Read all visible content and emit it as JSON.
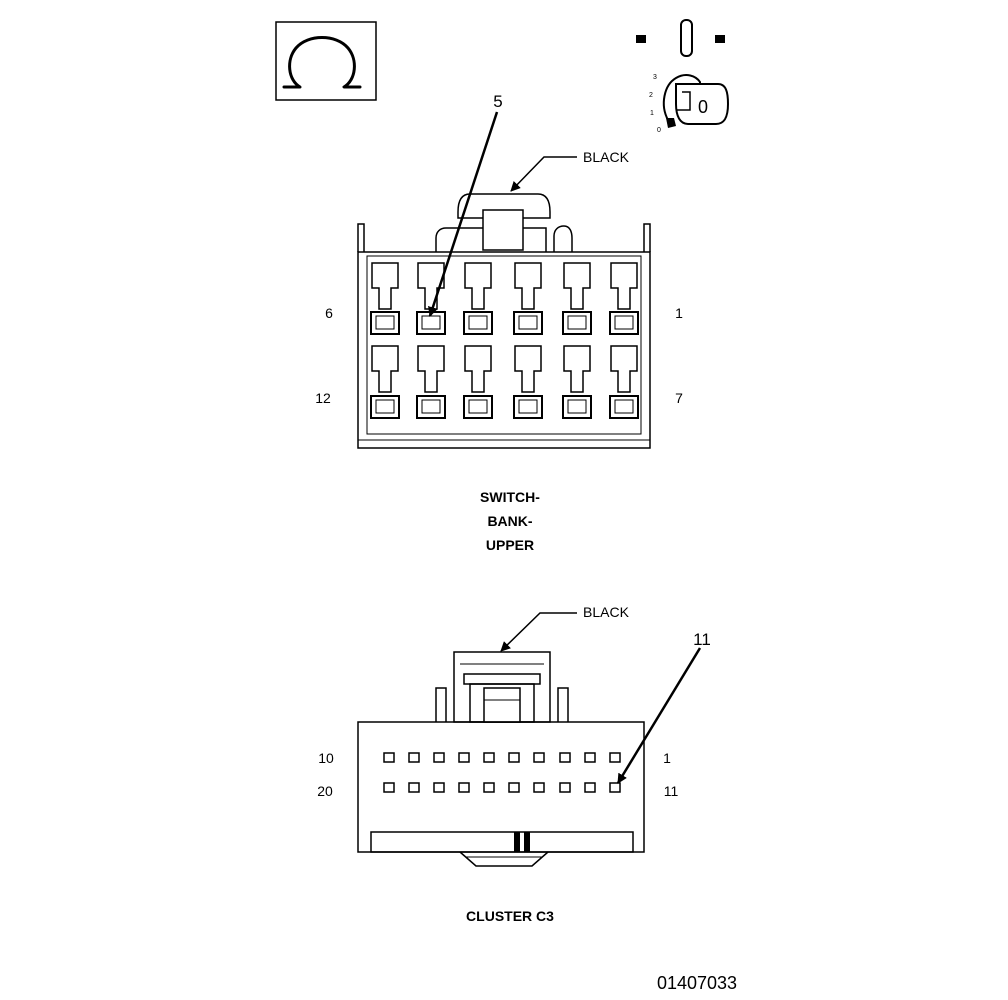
{
  "diagram": {
    "figure_id": "01407033",
    "icons": {
      "ohm_symbol": "Ω",
      "ignition_key_label": "0",
      "ignition_positions": [
        "3",
        "2",
        "1",
        "0"
      ]
    },
    "upper_connector": {
      "name_lines": [
        "SWITCH-",
        "BANK-",
        "UPPER"
      ],
      "color_label": "BLACK",
      "callout_pin": "5",
      "pin_labels": {
        "top_left": "6",
        "top_right": "1",
        "bottom_left": "12",
        "bottom_right": "7"
      }
    },
    "lower_connector": {
      "name": "CLUSTER C3",
      "color_label": "BLACK",
      "callout_pin": "11",
      "pin_labels": {
        "top_left": "10",
        "top_right": "1",
        "bottom_left": "20",
        "bottom_right": "11"
      }
    }
  }
}
